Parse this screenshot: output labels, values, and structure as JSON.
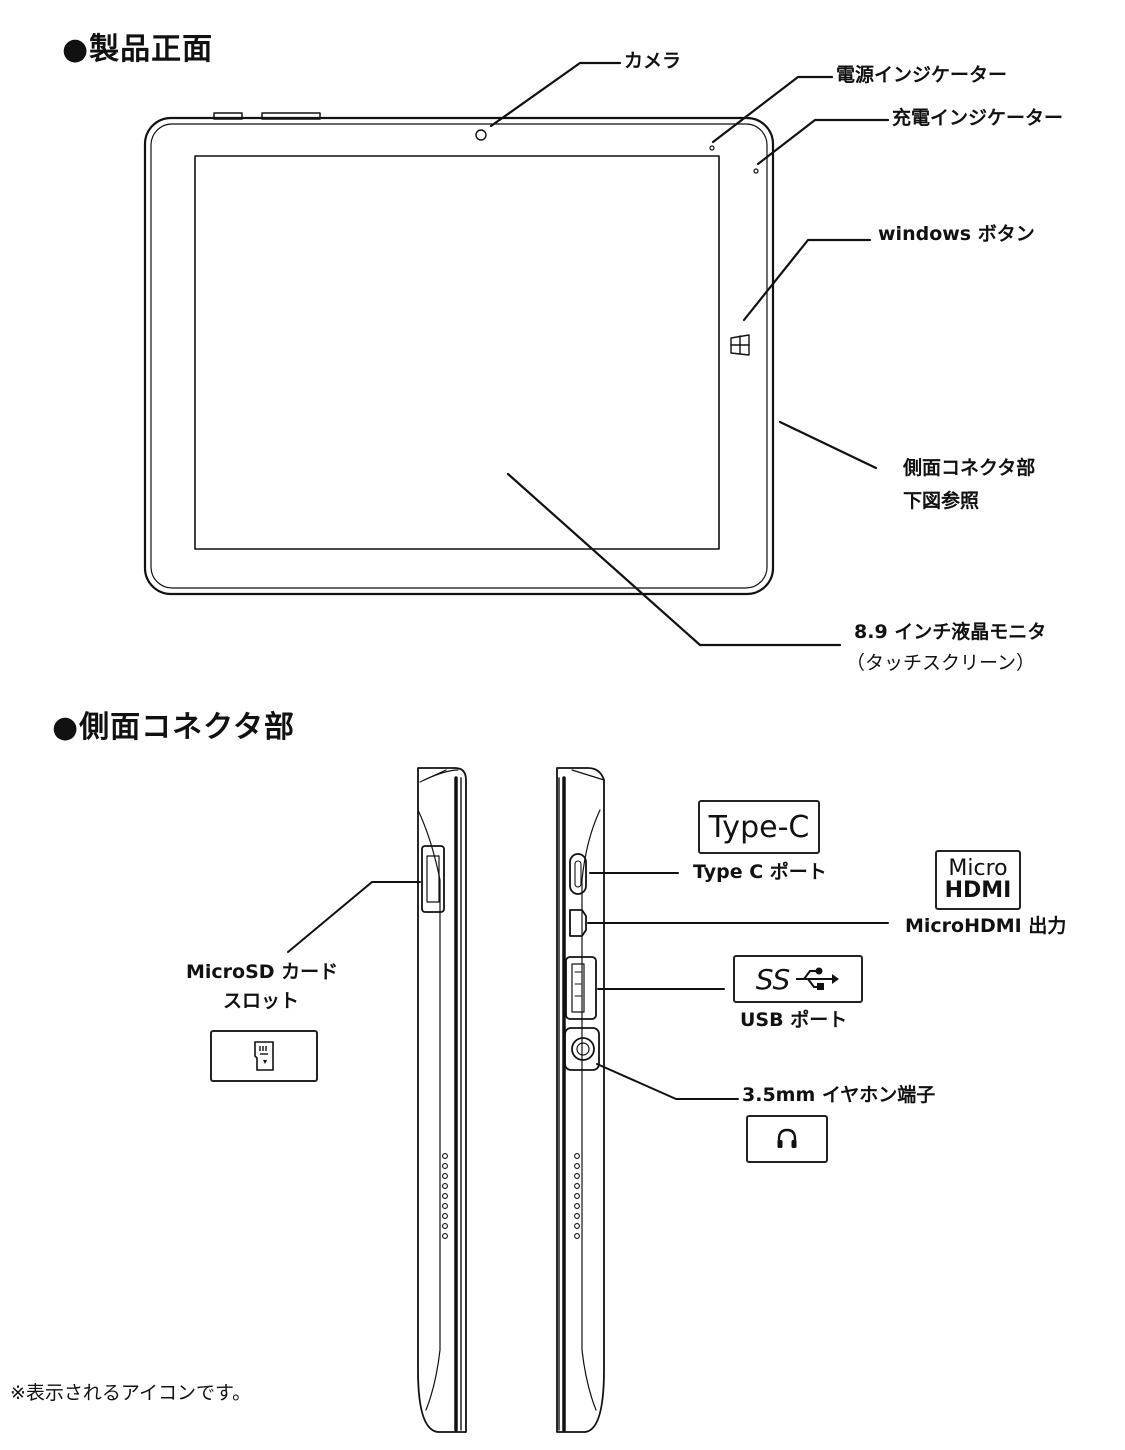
{
  "sections": {
    "front_title": "●製品正面",
    "side_title": "●側面コネクタ部"
  },
  "front_labels": {
    "camera": "カメラ",
    "power_indicator": "電源インジケーター",
    "charge_indicator": "充電インジケーター",
    "windows_button": "windows ボタン",
    "side_connector_line1": "側面コネクタ部",
    "side_connector_line2": "下図参照",
    "monitor_line1": "8.9 インチ液晶モニタ",
    "monitor_line2": "（タッチスクリーン）"
  },
  "side_labels": {
    "type_c_port": "Type C ポート",
    "micro_hdmi_output": "MicroHDMI 出力",
    "usb_port": "USB ポート",
    "earphone_jack": "3.5mm イヤホン端子",
    "microsd_line1": "MicroSD カード",
    "microsd_line2": "スロット"
  },
  "icons": {
    "type_c_text": "Type-C",
    "micro_hdmi_top": "Micro",
    "micro_hdmi_bottom": "HDMI",
    "usb_ss_text": "SS",
    "microsd_icon": "microsd-card-icon",
    "headphone_icon": "headphone-icon",
    "windows_icon": "windows-logo-icon"
  },
  "footnote": "※表示されるアイコンです。"
}
